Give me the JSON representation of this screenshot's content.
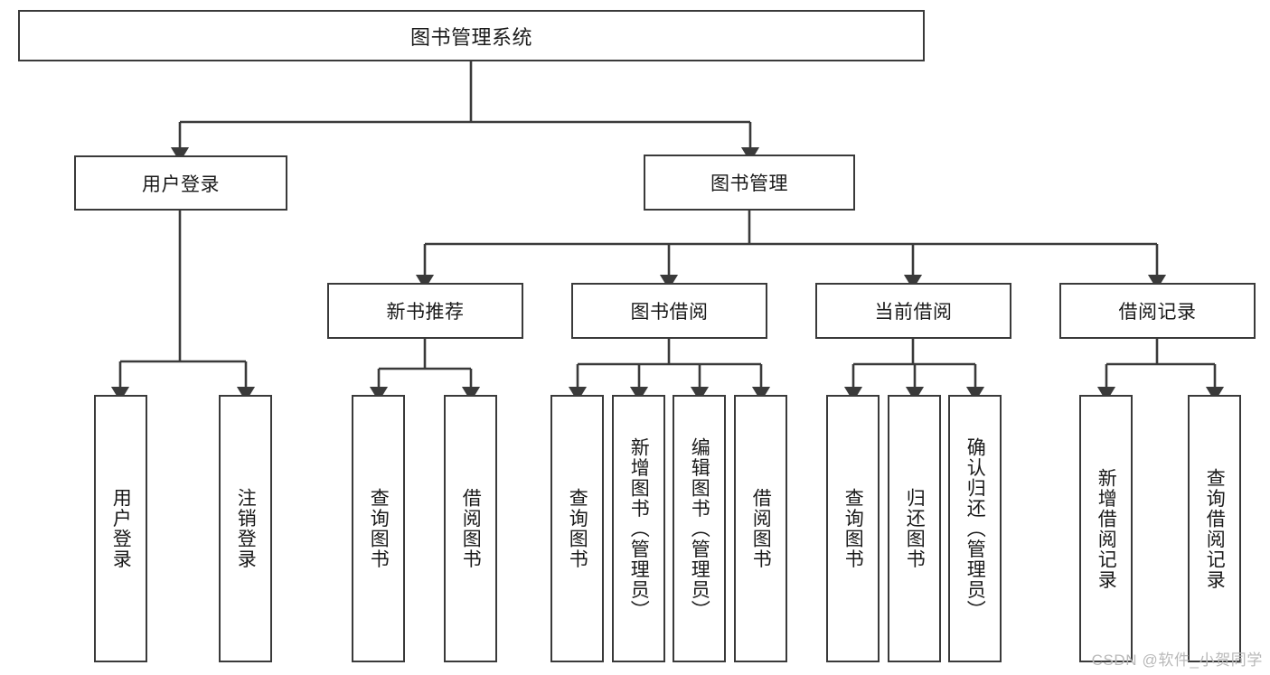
{
  "diagram": {
    "type": "hierarchy-tree",
    "title": "图书管理系统",
    "watermark": "CSDN @软件_小贺同学",
    "colors": {
      "stroke": "#3a3a3a",
      "fill": "#ffffff",
      "text": "#1a1a1a",
      "watermark": "#b9b9b9"
    },
    "root": {
      "label": "图书管理系统"
    },
    "level2": [
      {
        "label": "用户登录"
      },
      {
        "label": "图书管理"
      }
    ],
    "level3": [
      {
        "label": "新书推荐"
      },
      {
        "label": "图书借阅"
      },
      {
        "label": "当前借阅"
      },
      {
        "label": "借阅记录"
      }
    ],
    "leaves": {
      "user_login": [
        {
          "label": "用户登录"
        },
        {
          "label": "注销登录"
        }
      ],
      "new_book": [
        {
          "label": "查询图书"
        },
        {
          "label": "借阅图书"
        }
      ],
      "borrow": [
        {
          "label": "查询图书"
        },
        {
          "label": "新增图书（管理员）"
        },
        {
          "label": "编辑图书（管理员）"
        },
        {
          "label": "借阅图书"
        }
      ],
      "current": [
        {
          "label": "查询图书"
        },
        {
          "label": "归还图书"
        },
        {
          "label": "确认归还（管理员）"
        }
      ],
      "records": [
        {
          "label": "新增借阅记录"
        },
        {
          "label": "查询借阅记录"
        }
      ]
    }
  }
}
